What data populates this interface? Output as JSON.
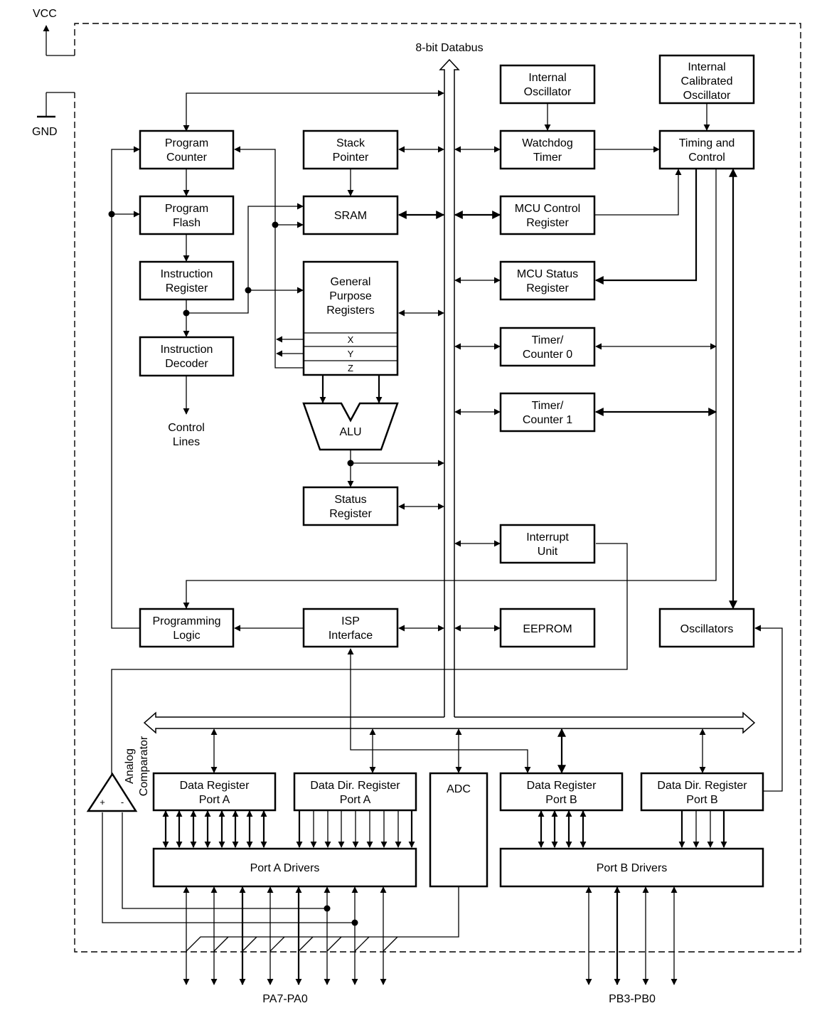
{
  "power": {
    "vcc": "VCC",
    "gnd": "GND"
  },
  "bus": {
    "label": "8-bit Databus"
  },
  "blocks": {
    "program_counter": [
      "Program",
      "Counter"
    ],
    "program_flash": [
      "Program",
      "Flash"
    ],
    "instruction_register": [
      "Instruction",
      "Register"
    ],
    "instruction_decoder": [
      "Instruction",
      "Decoder"
    ],
    "control_lines": [
      "Control",
      "Lines"
    ],
    "stack_pointer": [
      "Stack",
      "Pointer"
    ],
    "sram": [
      "SRAM"
    ],
    "gpr": [
      "General",
      "Purpose",
      "Registers"
    ],
    "gpr_x": "X",
    "gpr_y": "Y",
    "gpr_z": "Z",
    "alu": "ALU",
    "status_register": [
      "Status",
      "Register"
    ],
    "internal_oscillator": [
      "Internal",
      "Oscillator"
    ],
    "watchdog_timer": [
      "Watchdog",
      "Timer"
    ],
    "mcu_control_register": [
      "MCU Control",
      "Register"
    ],
    "mcu_status_register": [
      "MCU Status",
      "Register"
    ],
    "timer_counter_0": [
      "Timer/",
      "Counter 0"
    ],
    "timer_counter_1": [
      "Timer/",
      "Counter 1"
    ],
    "interrupt_unit": [
      "Interrupt",
      "Unit"
    ],
    "internal_calibrated_oscillator": [
      "Internal",
      "Calibrated",
      "Oscillator"
    ],
    "timing_and_control": [
      "Timing and",
      "Control"
    ],
    "programming_logic": [
      "Programming",
      "Logic"
    ],
    "isp_interface": [
      "ISP",
      "Interface"
    ],
    "eeprom": [
      "EEPROM"
    ],
    "oscillators": [
      "Oscillators"
    ],
    "data_register_port_a": [
      "Data Register",
      "Port A"
    ],
    "data_dir_register_port_a": [
      "Data Dir. Register",
      "Port A"
    ],
    "adc": [
      "ADC"
    ],
    "data_register_port_b": [
      "Data Register",
      "Port B"
    ],
    "data_dir_register_port_b": [
      "Data Dir. Register",
      "Port B"
    ],
    "port_a_drivers": [
      "Port A Drivers"
    ],
    "port_b_drivers": [
      "Port B Drivers"
    ],
    "analog_comparator": [
      "Analog",
      "Comparator"
    ],
    "comparator_plus": "+",
    "comparator_minus": "-"
  },
  "pins": {
    "port_a": "PA7-PA0",
    "port_b": "PB3-PB0"
  }
}
